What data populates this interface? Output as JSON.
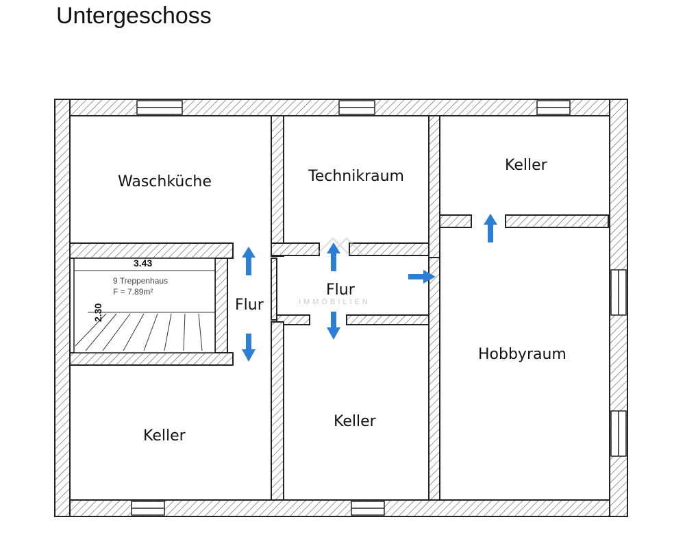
{
  "title": "Untergeschoss",
  "rooms": {
    "waschkueche": "Waschküche",
    "technikraum": "Technikraum",
    "keller_top_right": "Keller",
    "flur_left": "Flur",
    "flur_center": "Flur",
    "hobbyraum": "Hobbyraum",
    "keller_bottom_left": "Keller",
    "keller_bottom_center": "Keller"
  },
  "stairs": {
    "label": "9 Treppenhaus",
    "area": "F = 7.89m²",
    "width_dim": "3.43",
    "depth_dim": "2.30"
  },
  "watermark": "IMMOBILIEN",
  "colors": {
    "wall": "#2a2a2a",
    "hatch": "#555555",
    "arrow": "#2b7fd4"
  }
}
